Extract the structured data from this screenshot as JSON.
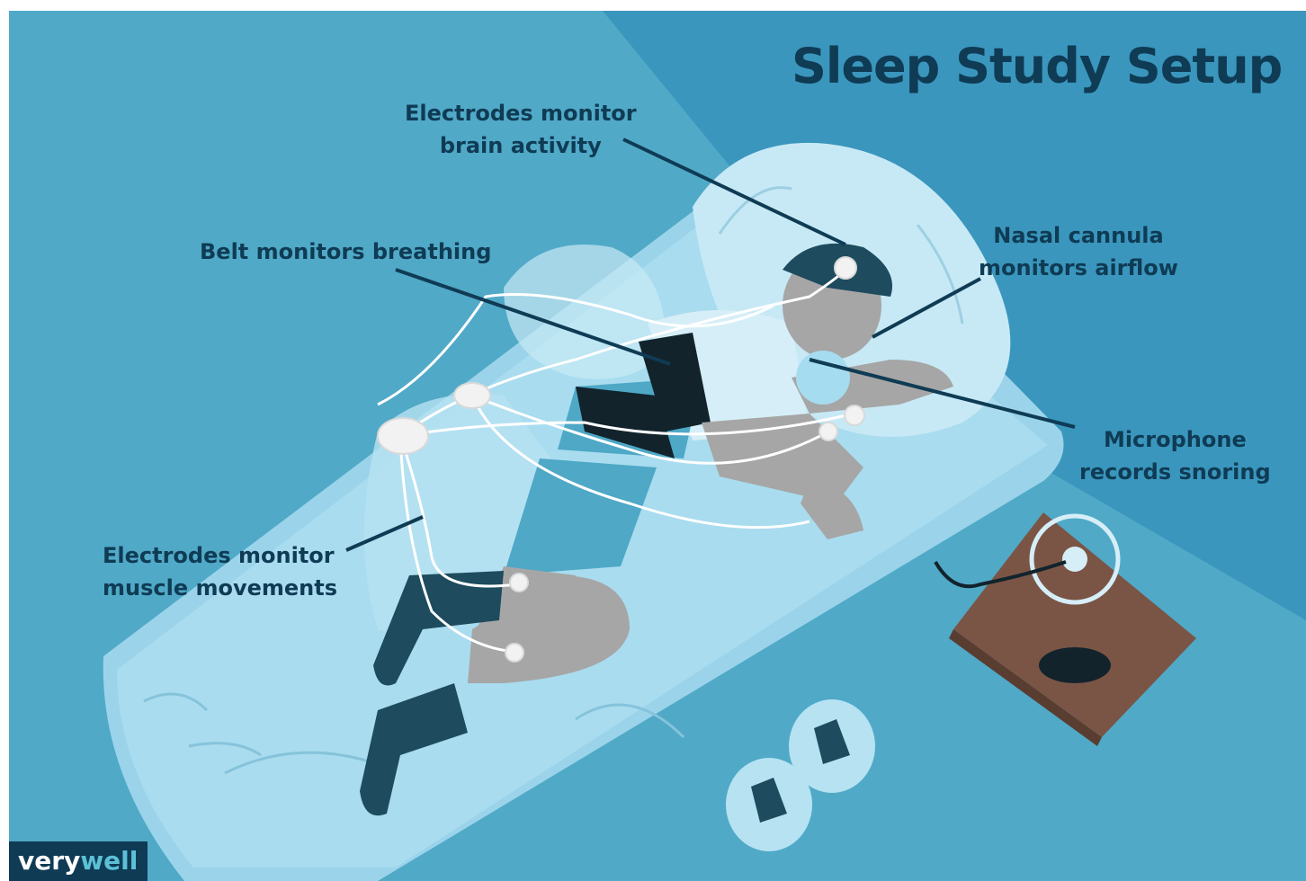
{
  "title": "Sleep Study Setup",
  "labels": {
    "brain": [
      "Electrodes monitor",
      "brain activity"
    ],
    "belt": [
      "Belt monitors breathing"
    ],
    "nasal": [
      "Nasal cannula",
      "monitors airflow"
    ],
    "microphone": [
      "Microphone",
      "records snoring"
    ],
    "muscle": [
      "Electrodes monitor",
      "muscle movements"
    ]
  },
  "logo": {
    "part1": "very",
    "part2": "well"
  },
  "colors": {
    "background_left": "#4ea8c6",
    "background_right": "#3a96bd",
    "bed": "#a9dcef",
    "text": "#0f3b54",
    "device": "#7a5546",
    "leader_lines": "#0f3b54"
  }
}
